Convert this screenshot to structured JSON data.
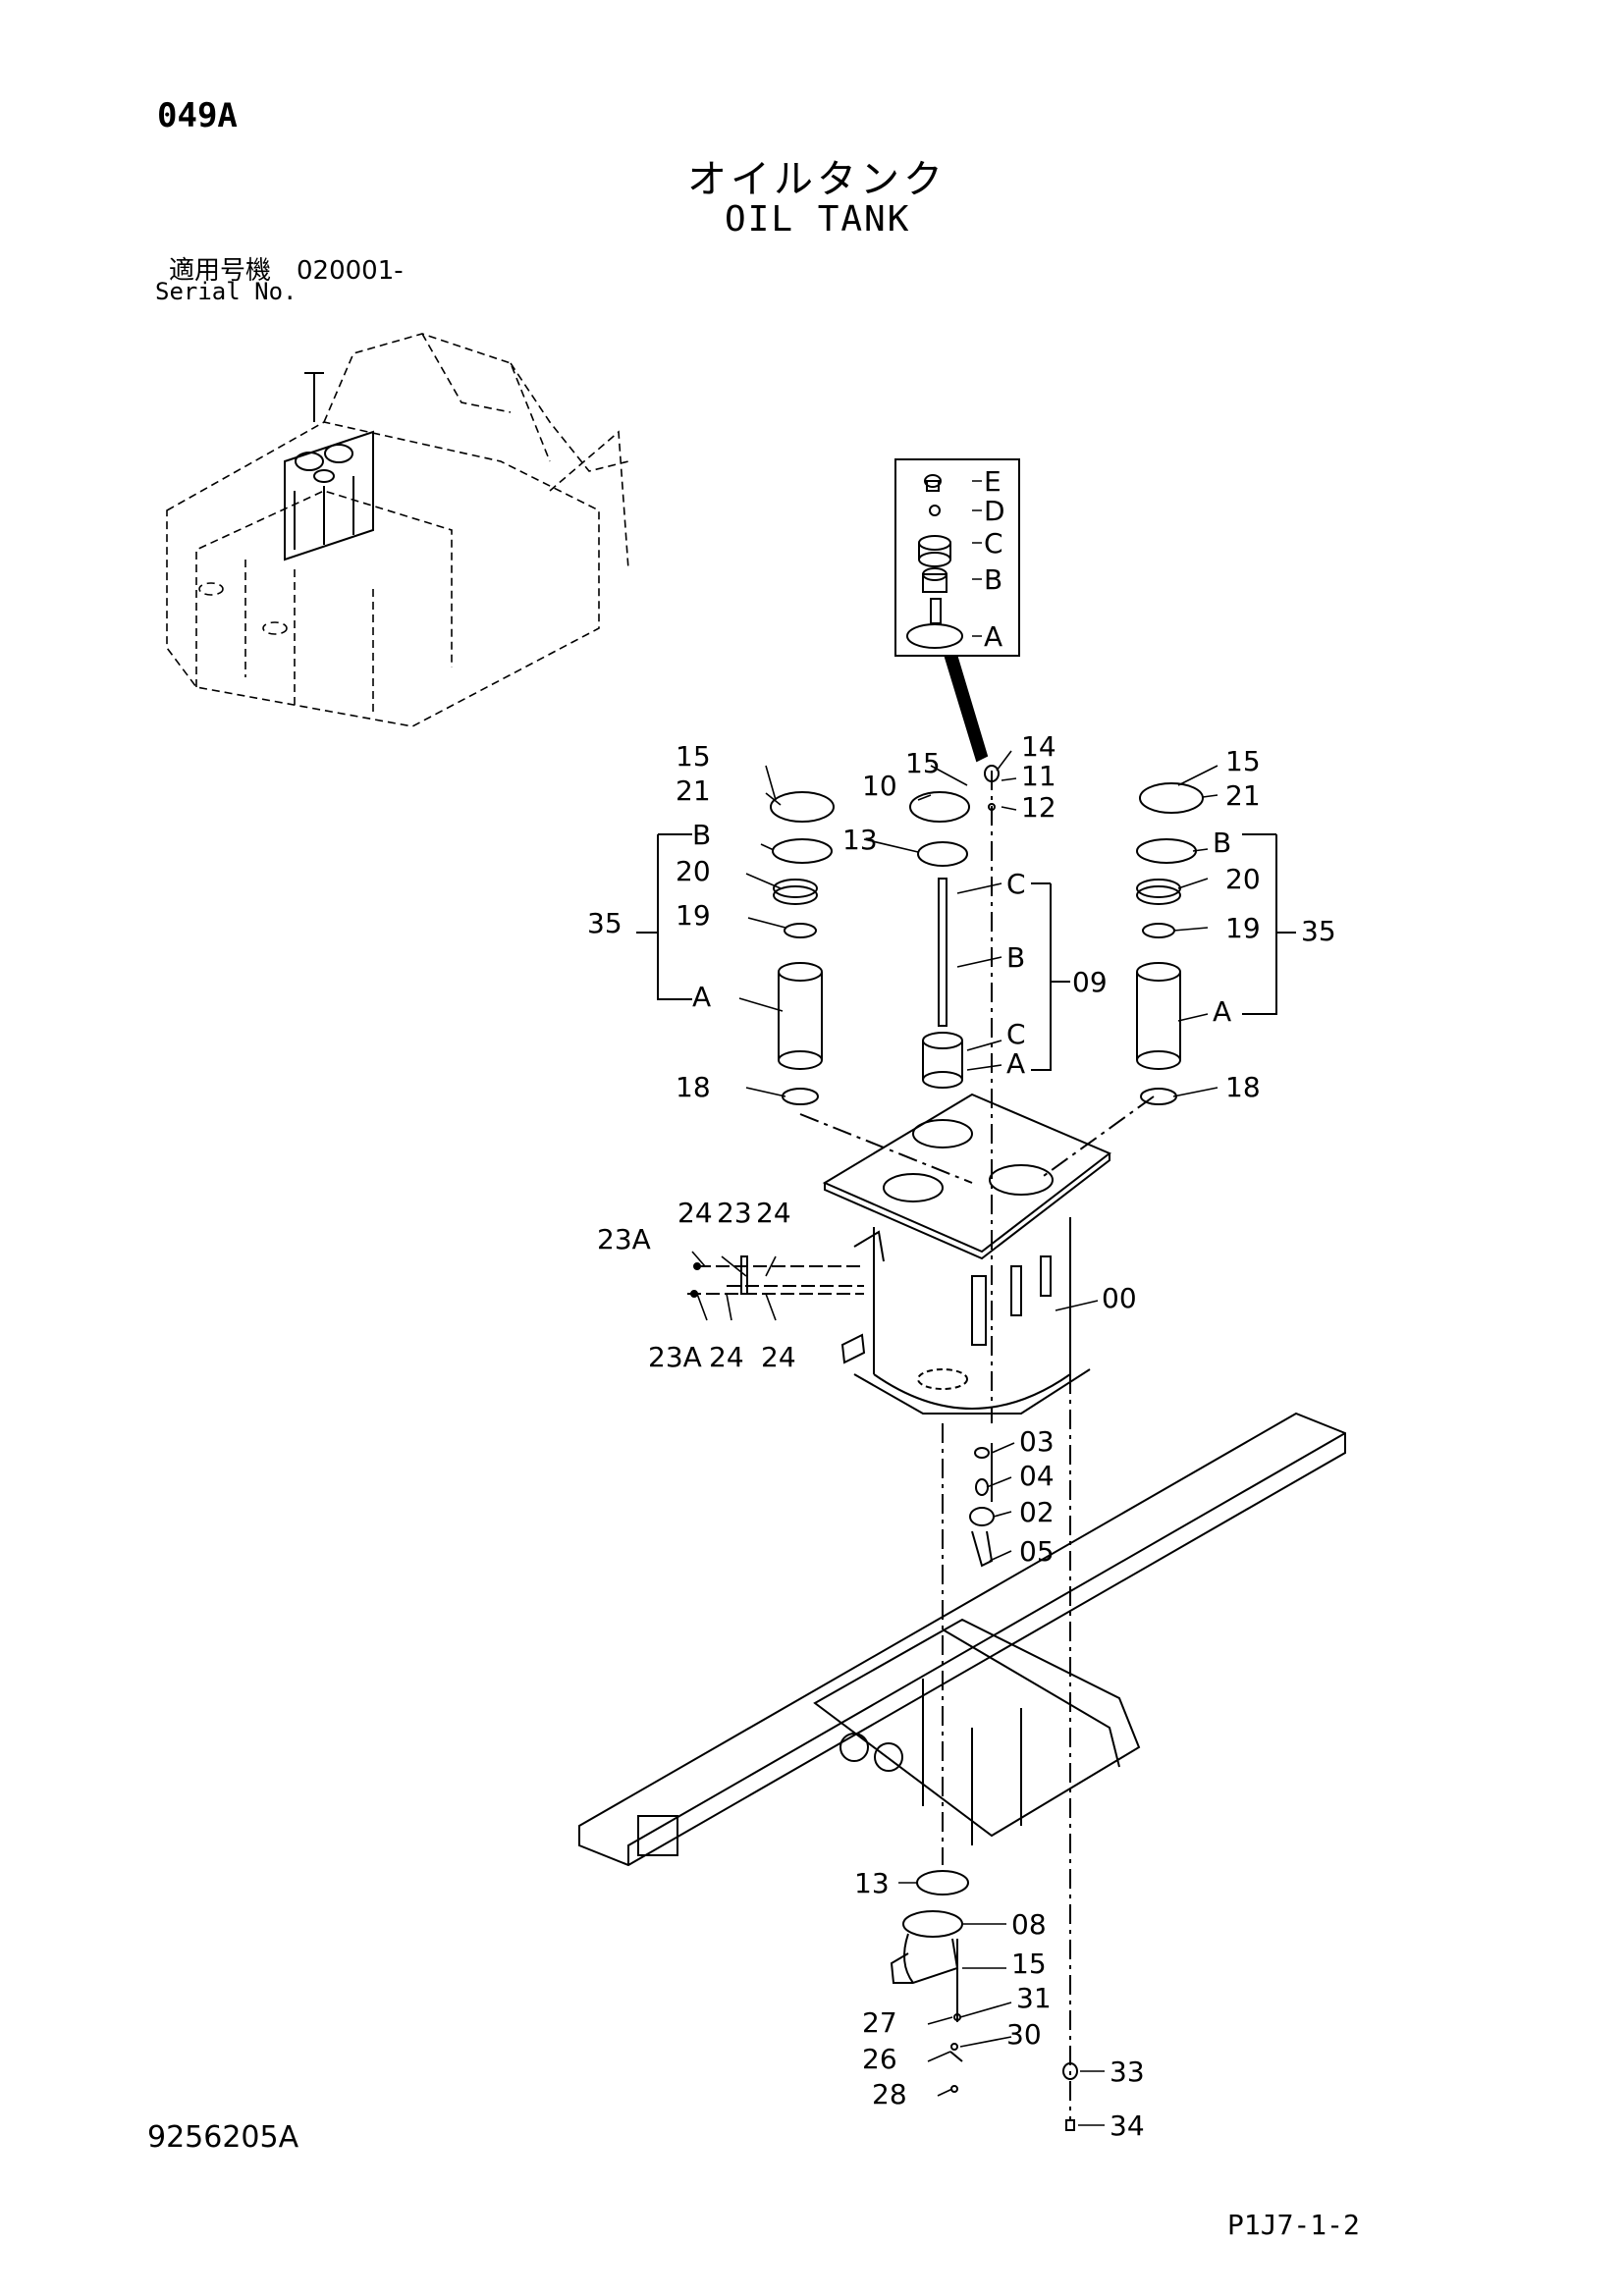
{
  "header": {
    "page_code": "049A",
    "title_jp": "オイルタンク",
    "title_en": "OIL TANK",
    "serial_jp": "適用号機　020001-",
    "serial_en": "Serial No."
  },
  "footer": {
    "drawing_code": "9256205A",
    "page_ref": "P1J7-1-2"
  },
  "callouts": {
    "inset": [
      "E",
      "D",
      "C",
      "B",
      "A"
    ],
    "left_filter": [
      "15",
      "21",
      "B",
      "20",
      "19",
      "35",
      "A",
      "18"
    ],
    "center": [
      "15",
      "10",
      "14",
      "11",
      "12",
      "13",
      "C",
      "B",
      "09",
      "C",
      "A"
    ],
    "right_filter": [
      "15",
      "21",
      "B",
      "20",
      "19",
      "35",
      "A",
      "18"
    ],
    "tank": [
      "24",
      "23",
      "24",
      "23A",
      "23A",
      "24",
      "24",
      "00"
    ],
    "drain": [
      "03",
      "04",
      "02",
      "05"
    ],
    "bottom": [
      "13",
      "08",
      "15",
      "31",
      "30",
      "27",
      "26",
      "28",
      "33",
      "34"
    ]
  }
}
